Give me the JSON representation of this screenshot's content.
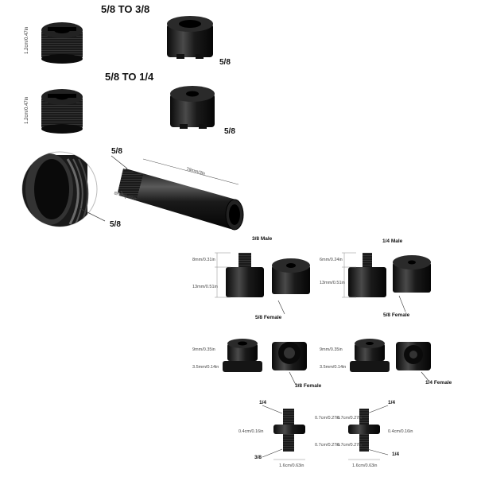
{
  "headers": {
    "h1": "5/8 TO 3/8",
    "h2": "5/8 TO 1/4"
  },
  "labels": {
    "top_a": "5/8",
    "top_b": "5/8",
    "tube_left": "5/8",
    "tube_top": "5/8",
    "male38": "3/8 Male",
    "female58a": "5/8 Female",
    "male14": "1/4 Male",
    "female58b": "5/8 Female",
    "female38": "3/8 Female",
    "female14": "1/4 Female",
    "b_14a": "1/4",
    "b_38": "3/8",
    "b_14b": "1/4",
    "b_14c": "1/4"
  },
  "dims": {
    "v1": "1.2cm/0.47in",
    "v2": "1.2cm/0.47in",
    "tube_len": "78mm/3in",
    "tube_d": "8mm/0.32in",
    "a1": "8mm/0.31in",
    "a2": "13mm/0.51in",
    "b1": "6mm/0.24in",
    "b2": "13mm/0.51in",
    "c1": "9mm/0.35in",
    "c2": "3.5mm/0.14in",
    "d1": "9mm/0.35in",
    "d2": "3.5mm/0.14in",
    "e1": "0.7cm/0.27in",
    "e2": "0.4cm/0.16in",
    "e3": "0.7cm/0.27in",
    "e4": "1.6cm/0.63in",
    "f1": "0.7cm/0.27in",
    "f2": "0.4cm/0.16in",
    "f3": "0.7cm/0.27in",
    "f4": "1.6cm/0.63in"
  }
}
